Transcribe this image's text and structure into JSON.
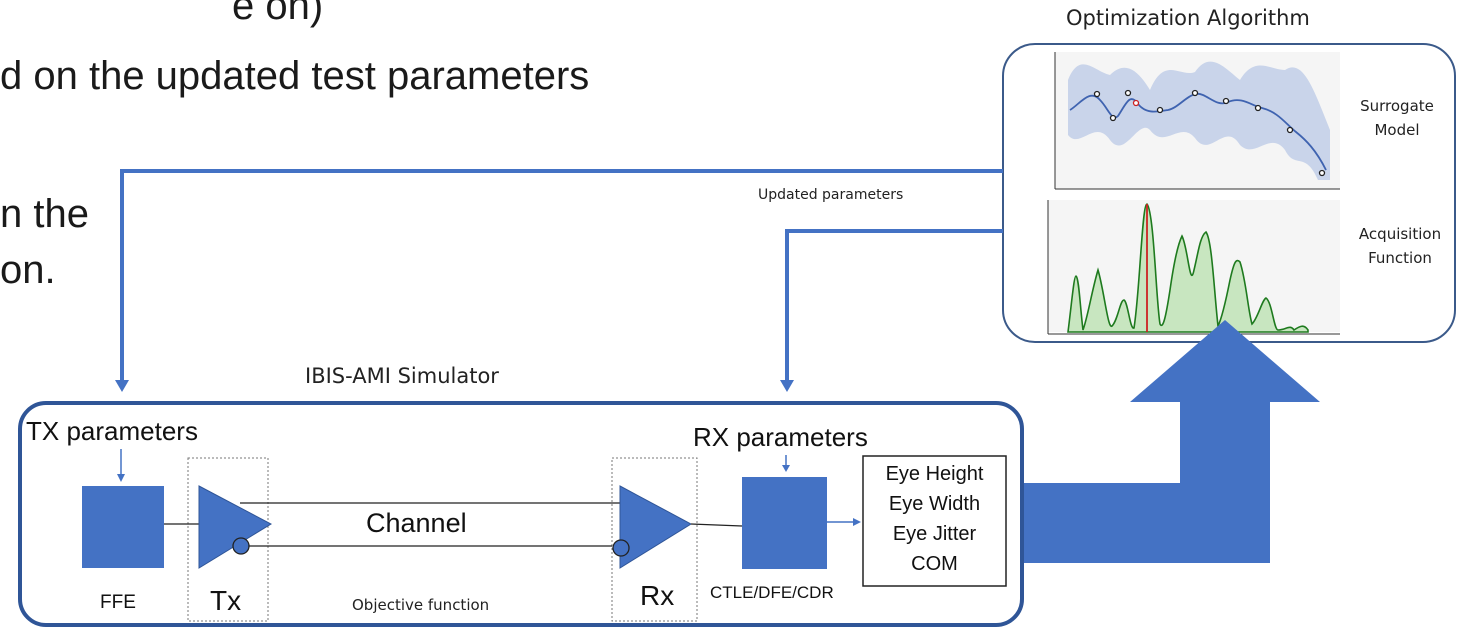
{
  "slide_text": {
    "line1": "e on)",
    "line2": "d on the updated test parameters",
    "line3": "n the",
    "line4": "on."
  },
  "optimization": {
    "title": "Optimization Algorithm",
    "surrogate_label_1": "Surrogate",
    "surrogate_label_2": "Model",
    "acquisition_label_1": "Acquisition",
    "acquisition_label_2": "Function"
  },
  "flow": {
    "updated_parameters": "Updated parameters"
  },
  "simulator": {
    "title": "IBIS-AMI Simulator",
    "tx_parameters": "TX parameters",
    "rx_parameters": "RX parameters",
    "channel": "Channel",
    "objective_function": "Objective function",
    "ffe": "FFE",
    "tx": "Tx",
    "rx": "Rx",
    "ctle": "CTLE/DFE/CDR",
    "metrics": [
      "Eye Height",
      "Eye Width",
      "Eye Jitter",
      "COM"
    ]
  },
  "colors": {
    "blue": "#4472c4",
    "frame": "#2f5597",
    "band": "#c9d4ea",
    "acq_fill": "#c8e6c0",
    "acq_line": "#1e7a1e",
    "acq_peak": "#cc2222"
  }
}
